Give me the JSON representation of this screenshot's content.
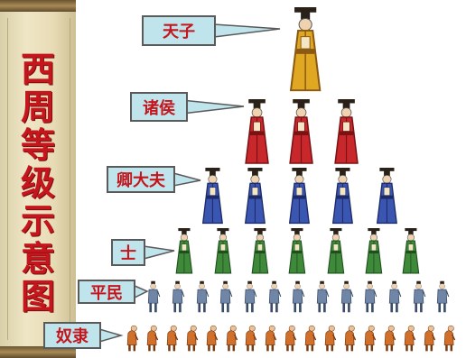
{
  "title": "西周等级示意图",
  "tiers": [
    {
      "label": "天子",
      "count": 1,
      "colors": {
        "robe": "#e0a722",
        "hat": "#2a2118",
        "trim": "#8a5a12"
      }
    },
    {
      "label": "诸侯",
      "count": 3,
      "colors": {
        "robe": "#c8282c",
        "hat": "#2a2118",
        "trim": "#7a1214"
      }
    },
    {
      "label": "卿大夫",
      "count": 5,
      "colors": {
        "robe": "#3b56b0",
        "hat": "#2a2118",
        "trim": "#1c2a66"
      }
    },
    {
      "label": "士",
      "count": 7,
      "colors": {
        "robe": "#3f8a3a",
        "hat": "#2a2118",
        "trim": "#1f4f1d"
      }
    },
    {
      "label": "平民",
      "count": 13,
      "colors": {
        "robe": "#6f86a6",
        "hat": "#2a2118",
        "trim": "#3c4c66"
      }
    },
    {
      "label": "奴隶",
      "count": 17,
      "colors": {
        "robe": "#d0702a",
        "hat": "#2a2118",
        "trim": "#7a3a10"
      }
    }
  ]
}
